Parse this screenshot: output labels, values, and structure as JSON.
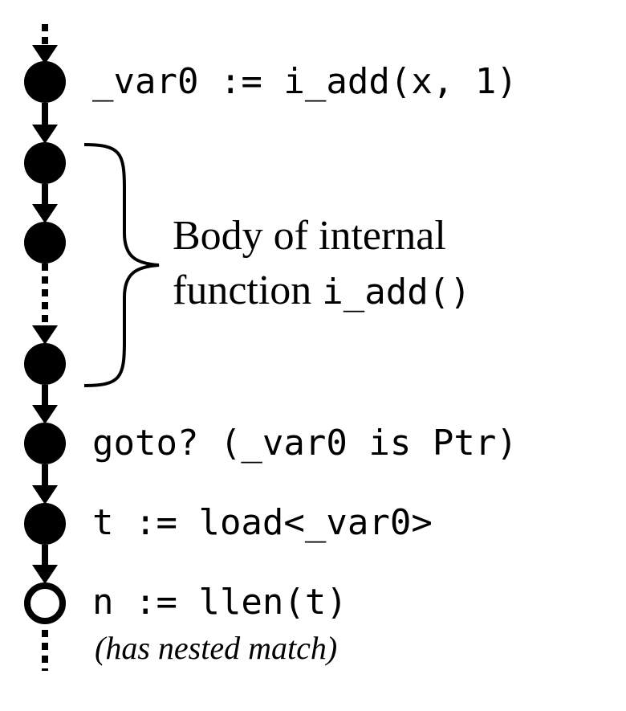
{
  "nodes": [
    {
      "label": "_var0 := i_add(x, 1)",
      "filled": true
    },
    {
      "label": "",
      "filled": true
    },
    {
      "label": "",
      "filled": true
    },
    {
      "label": "",
      "filled": true
    },
    {
      "label": "goto? (_var0 is Ptr)",
      "filled": true
    },
    {
      "label": "t := load<_var0>",
      "filled": true
    },
    {
      "label": "n := llen(t)",
      "filled": false
    }
  ],
  "edges": [
    {
      "from": 0,
      "to": 1,
      "style": "solid"
    },
    {
      "from": 1,
      "to": 2,
      "style": "solid"
    },
    {
      "from": 2,
      "to": 3,
      "style": "dotted"
    },
    {
      "from": 3,
      "to": 4,
      "style": "solid"
    },
    {
      "from": 4,
      "to": 5,
      "style": "solid"
    },
    {
      "from": 5,
      "to": 6,
      "style": "solid"
    }
  ],
  "brace": {
    "line1": "Body of internal",
    "line2_prefix": "function ",
    "line2_code": "i_add()"
  },
  "annotation": "(has nested match)",
  "colors": {
    "stroke": "#000000",
    "fill": "#000000",
    "background": "#ffffff"
  }
}
